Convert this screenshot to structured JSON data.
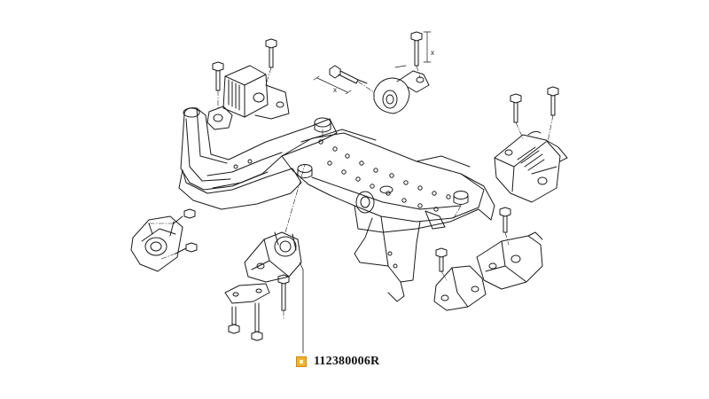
{
  "diagram": {
    "part_reference": "112380006R",
    "marker_color": "#f2b233",
    "axis_marks": [
      "x",
      "x"
    ],
    "components": [
      "engine-mount-left",
      "torque-rod",
      "engine-mount-right",
      "subframe",
      "gearbox-mount-lower",
      "bracket-left",
      "bracket-right",
      "bolts"
    ]
  }
}
